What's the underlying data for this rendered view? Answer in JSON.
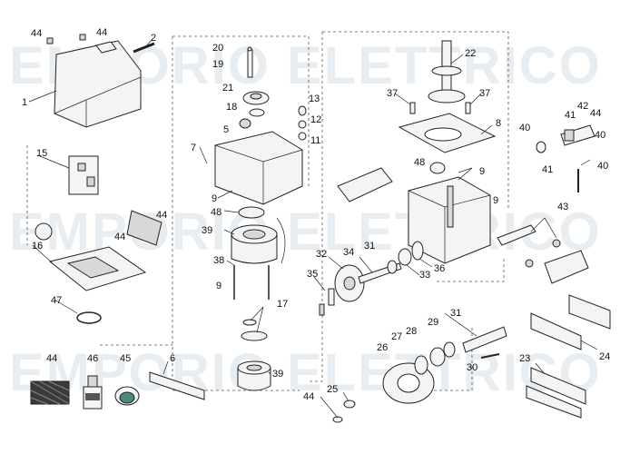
{
  "watermark": "EMPORIO ELETTRICO",
  "part_numbers": {
    "p1": "1",
    "p2": "2",
    "p5": "5",
    "p6": "6",
    "p7": "7",
    "p8": "8",
    "p9a": "9",
    "p9b": "9",
    "p9c": "9",
    "p9d": "9",
    "p11": "11",
    "p12": "12",
    "p13": "13",
    "p15": "15",
    "p16": "16",
    "p17": "17",
    "p18": "18",
    "p19": "19",
    "p20": "20",
    "p21": "21",
    "p22": "22",
    "p23": "23",
    "p24": "24",
    "p25": "25",
    "p26": "26",
    "p27": "27",
    "p28": "28",
    "p29": "29",
    "p30": "30",
    "p31a": "31",
    "p31b": "31",
    "p32": "32",
    "p33": "33",
    "p34": "34",
    "p35": "35",
    "p36": "36",
    "p37a": "37",
    "p37b": "37",
    "p38": "38",
    "p39a": "39",
    "p39b": "39",
    "p40a": "40",
    "p40b": "40",
    "p40c": "40",
    "p41a": "41",
    "p41b": "41",
    "p42": "42",
    "p43": "43",
    "p44a": "44",
    "p44b": "44",
    "p44c": "44",
    "p44d": "44",
    "p44e": "44",
    "p44f": "44",
    "p44g": "44",
    "p45": "45",
    "p46": "46",
    "p47": "47",
    "p48a": "48",
    "p48b": "48"
  }
}
